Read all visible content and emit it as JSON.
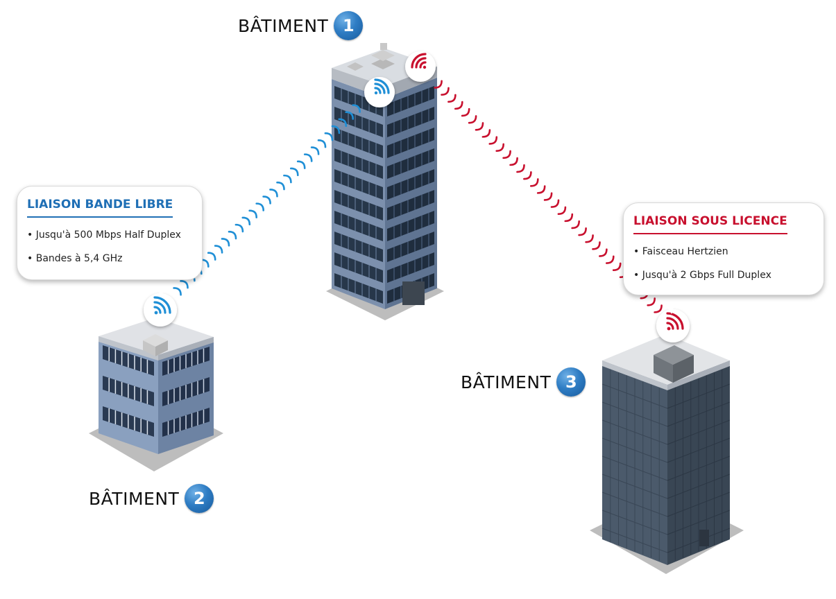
{
  "buildings": [
    {
      "label": "BÂTIMENT",
      "number": "1"
    },
    {
      "label": "BÂTIMENT",
      "number": "2"
    },
    {
      "label": "BÂTIMENT",
      "number": "3"
    }
  ],
  "links": {
    "free_band": {
      "title": "LIAISON BANDE LIBRE",
      "items": [
        "Jusqu'à 500 Mbps Half Duplex",
        "Bandes à 5,4 GHz"
      ],
      "color": "#1f6fb5",
      "icon": "wifi-signal-icon"
    },
    "licensed": {
      "title": "LIAISON SOUS LICENCE",
      "items": [
        "Faisceau Hertzien",
        "Jusqu'à 2 Gbps Full Duplex"
      ],
      "color": "#c8102e",
      "icon": "wifi-signal-icon"
    }
  },
  "colors": {
    "badge_blue": "#2f7dc4",
    "link_blue": "#1f8fd6",
    "link_red": "#c8102e"
  }
}
